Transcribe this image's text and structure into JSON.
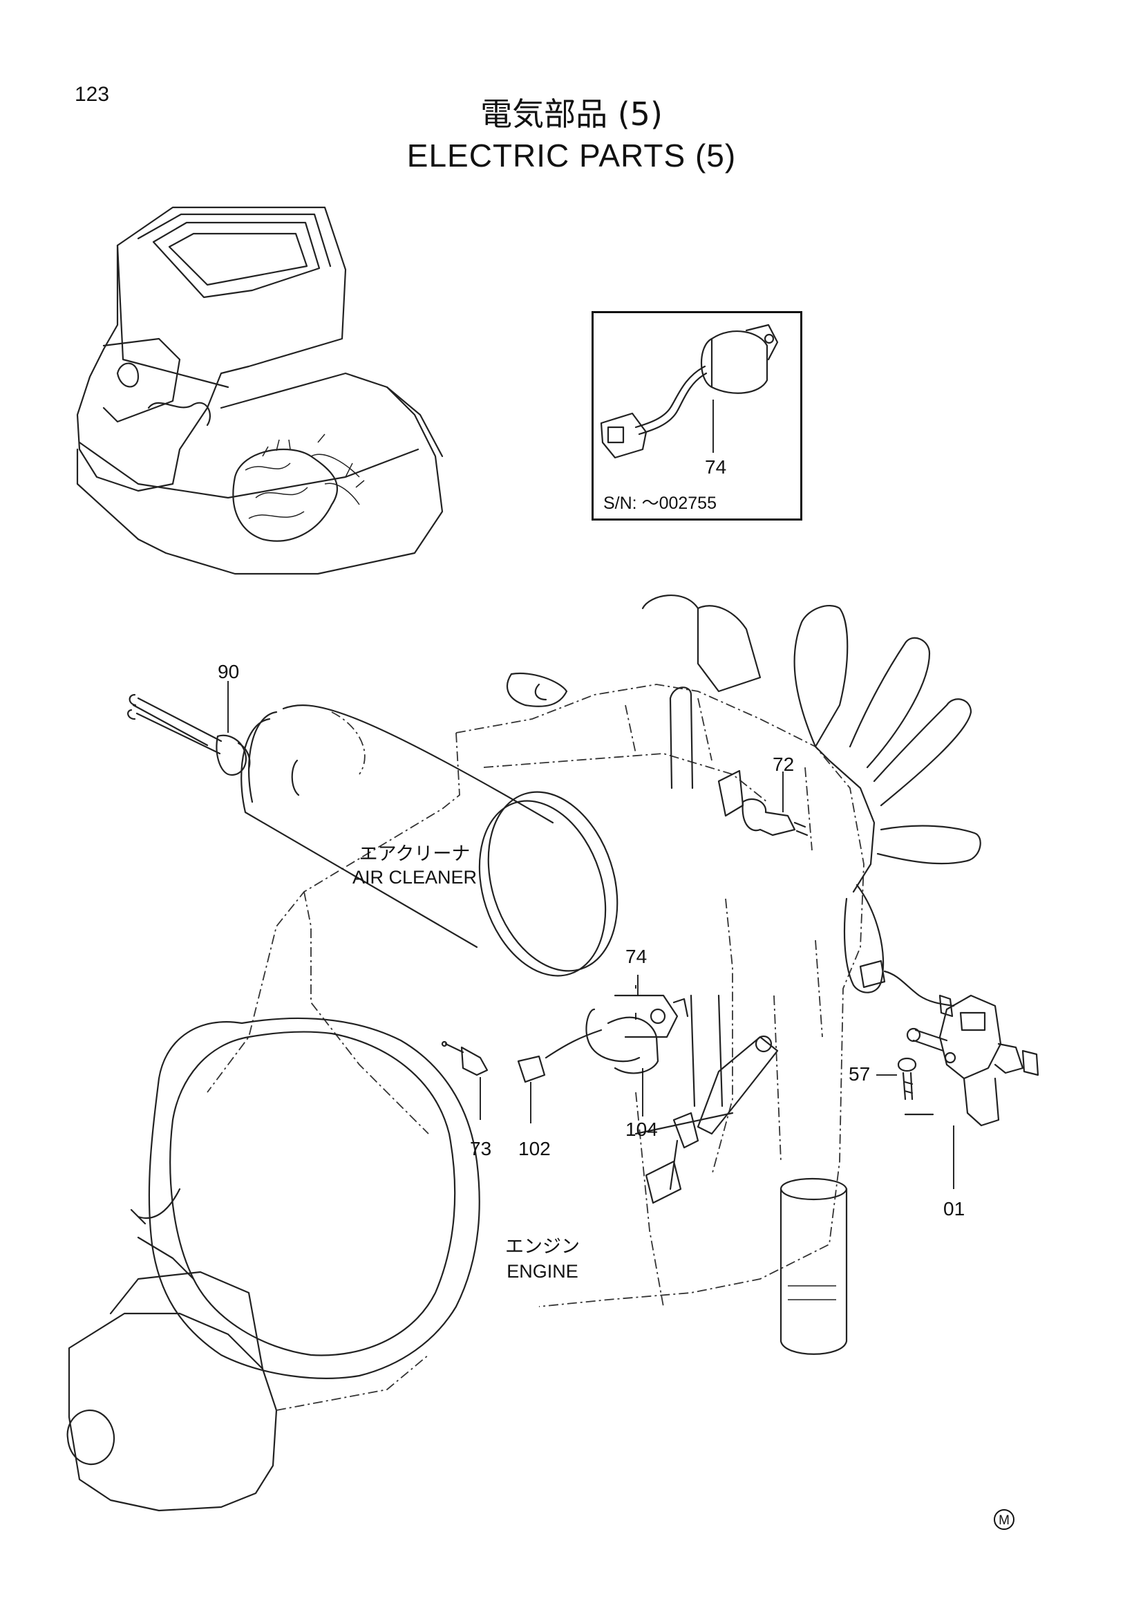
{
  "page": {
    "number": "123",
    "title_ja": "電気部品 (5)",
    "title_en": "ELECTRIC PARTS (5)",
    "manufacturer_mark": "M"
  },
  "inset": {
    "part_number": "74",
    "serial_note": "S/N: ～002755"
  },
  "callouts": {
    "p90": "90",
    "p72": "72",
    "p74": "74",
    "p73": "73",
    "p102": "102",
    "p104": "104",
    "p57": "57",
    "p01": "01"
  },
  "labels": {
    "air_cleaner_ja": "エアクリーナ",
    "air_cleaner_en": "AIR CLEANER",
    "engine_ja": "エンジン",
    "engine_en": "ENGINE"
  }
}
